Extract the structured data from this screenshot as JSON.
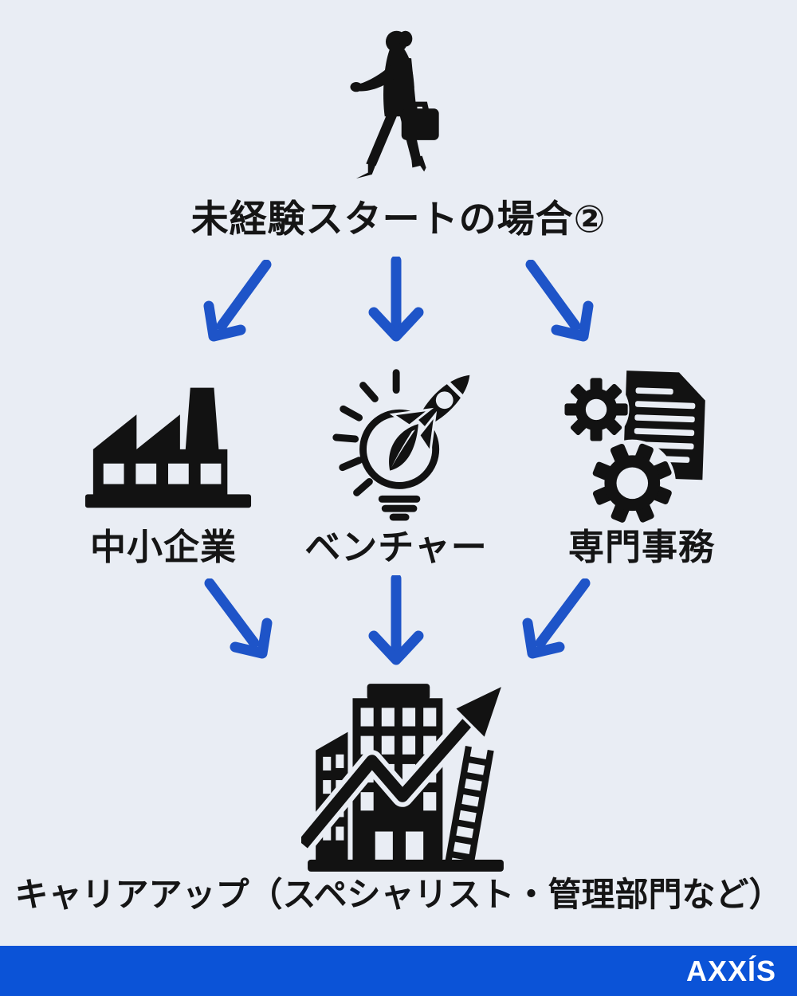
{
  "title": "未経験スタートの場合②",
  "branches": [
    {
      "label": "中小企業",
      "icon": "factory-icon"
    },
    {
      "label": "ベンチャー",
      "icon": "lightbulb-rocket-icon"
    },
    {
      "label": "専門事務",
      "icon": "gears-document-icon"
    }
  ],
  "outcome": {
    "label": "キャリアアップ（スペシャリスト・管理部門など）",
    "icon": "building-growth-ladder-icon"
  },
  "person_icon": "businesswoman-walking-silhouette",
  "arrows": {
    "row1": [
      "arrow-down-left",
      "arrow-down",
      "arrow-down-right"
    ],
    "row2": [
      "arrow-down-right",
      "arrow-down",
      "arrow-down-left"
    ]
  },
  "footer": {
    "brand": "AXXÍS"
  },
  "colors": {
    "background": "#e9edf4",
    "icon_ink": "#121212",
    "arrow_blue": "#1e54c8",
    "footer_bg": "#0b53d7",
    "footer_text": "#ffffff"
  }
}
